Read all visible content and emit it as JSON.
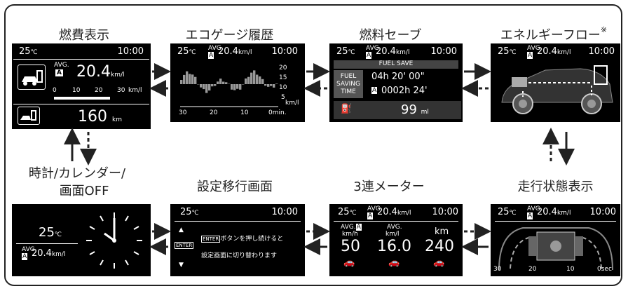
{
  "titles": {
    "fuel_display": "燃費表示",
    "eco_gauge_history": "エコゲージ履歴",
    "fuel_save": "燃料セーブ",
    "energy_flow": "エネルギーフロー",
    "energy_flow_note": "※",
    "clock_calendar": "時計/カレンダー/",
    "screen_off": "画面OFF",
    "settings_transition": "設定移行画面",
    "triple_meter": "3連メーター",
    "driving_state": "走行状態表示"
  },
  "screens": {
    "fuel_display": {
      "temp": "25",
      "temp_unit": "℃",
      "time": "10:00",
      "avg_label": "AVG.",
      "avg_badge": "A",
      "avg_value": "20.4",
      "avg_unit": "km/l",
      "scale": [
        "0",
        "10",
        "20",
        "30",
        "km/l"
      ],
      "range_value": "160",
      "range_unit": "km"
    },
    "eco_gauge": {
      "temp": "25",
      "temp_unit": "℃",
      "avg_label": "AVG",
      "avg_badge": "A",
      "avg_value": "20.4",
      "avg_unit": "km/l",
      "time": "10:00",
      "y_ticks": [
        "20",
        "15",
        "10",
        "5"
      ],
      "y_unit": "km/l",
      "x_ticks": [
        "30",
        "20",
        "10",
        "0min."
      ]
    },
    "fuel_save": {
      "temp": "25",
      "temp_unit": "℃",
      "avg_label": "AVG",
      "avg_badge": "A",
      "avg_value": "20.4",
      "avg_unit": "km/l",
      "time": "10:00",
      "banner": "FUEL SAVE",
      "label_line1": "FUEL",
      "label_line2": "SAVING",
      "label_line3": "TIME",
      "time_value": "04h 20' 00\"",
      "badge": "A",
      "trip_value": "0002h 24'",
      "saved_value": "99",
      "saved_unit": "ml"
    },
    "energy_flow": {
      "temp": "25",
      "temp_unit": "℃",
      "avg_label": "AVG",
      "avg_badge": "A",
      "avg_value": "20.4",
      "avg_unit": "km/l",
      "time": "10:00"
    },
    "clock": {
      "temp": "25",
      "temp_unit": "℃",
      "avg_label": "AVG",
      "avg_badge": "A",
      "avg_value": "20.4",
      "avg_unit": "km/l"
    },
    "settings": {
      "temp": "25",
      "temp_unit": "℃",
      "time": "10:00",
      "enter_key": "ENTER",
      "line1_suffix": "ボタンを押し続けると",
      "line2": "設定画面に切り替わります"
    },
    "triple": {
      "temp": "25",
      "temp_unit": "℃",
      "avg_label": "AVG",
      "avg_badge": "A",
      "avg_value": "20.4",
      "avg_unit": "km/l",
      "time": "10:00",
      "m1_label1": "AVG.",
      "m1_badge": "A",
      "m1_label2": "km/h",
      "m1_value": "50",
      "m2_label1": "AVG.",
      "m2_label2": "km/l",
      "m2_value": "16.0",
      "m3_label": "km",
      "m3_value": "240"
    },
    "driving": {
      "temp": "25",
      "temp_unit": "℃",
      "avg_label": "AVG",
      "avg_badge": "A",
      "avg_value": "20.4",
      "avg_unit": "km/l",
      "time": "10:00",
      "ticks": [
        "30",
        "20",
        "10",
        "0sec"
      ]
    }
  },
  "colors": {
    "screen_bg": "#000000",
    "text_light": "#ffffff",
    "frame": "#222222",
    "arrow": "#222222"
  }
}
